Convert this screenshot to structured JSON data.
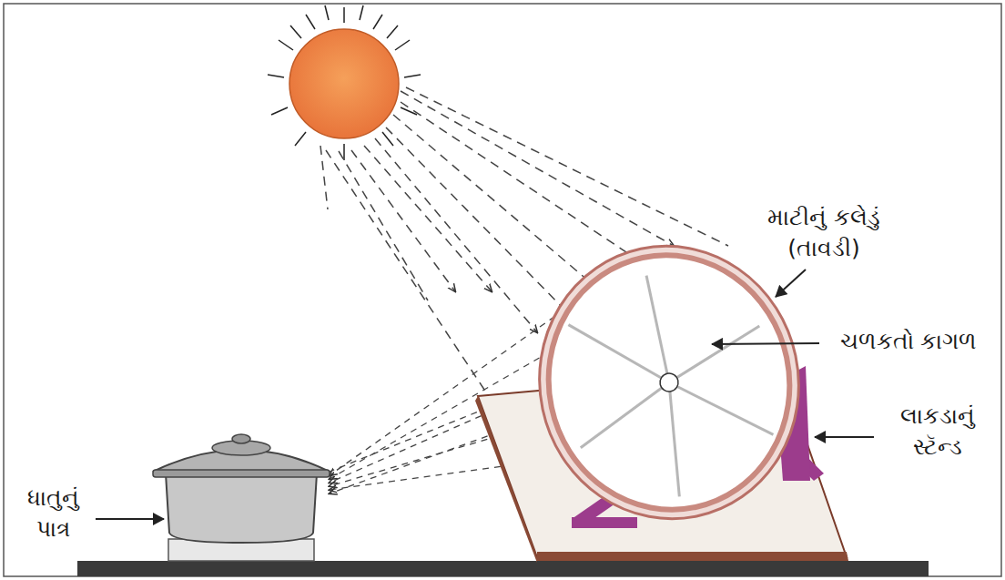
{
  "diagram": {
    "labels": [
      "માટીનું કલેડું (તાવડી)",
      "ચળકતો કાગળ",
      "લાકડાનું સ્ટૅન્ડ",
      "ધાતુનું પાત્ર"
    ]
  }
}
